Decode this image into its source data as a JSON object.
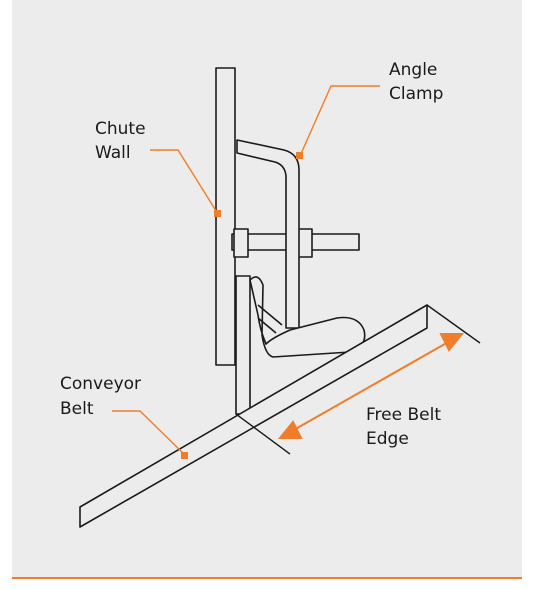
{
  "diagram": {
    "labels": {
      "angle_clamp": [
        "Angle",
        "Clamp"
      ],
      "chute_wall": [
        "Chute",
        "Wall"
      ],
      "conveyor_belt": [
        "Conveyor",
        "Belt"
      ],
      "free_belt_edge": [
        "Free Belt",
        "Edge"
      ]
    },
    "colors": {
      "background": "#ececec",
      "line": "#1a1a1a",
      "accent": "#f07d2a"
    }
  }
}
